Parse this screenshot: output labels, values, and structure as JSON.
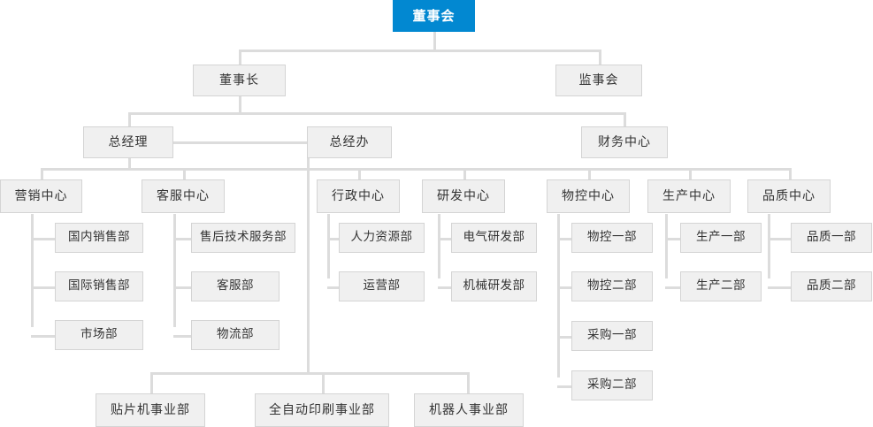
{
  "meta": {
    "title": "公司组织架构图",
    "colors": {
      "root_fill": "#0288d1",
      "root_text": "#ffffff",
      "node_fill": "#f0f0f0",
      "node_border": "#d4d4d4",
      "node_text": "#333333",
      "connector": "#dcdcdc",
      "background": "#ffffff"
    }
  },
  "nodes": {
    "root": {
      "label": "董事会"
    },
    "level2": [
      {
        "label": "董事长"
      },
      {
        "label": "监事会"
      }
    ],
    "level3": [
      {
        "label": "总经理"
      },
      {
        "label": "总经办"
      },
      {
        "label": "财务中心"
      }
    ],
    "centers": [
      {
        "label": "营销中心"
      },
      {
        "label": "客服中心"
      },
      {
        "label": "行政中心"
      },
      {
        "label": "研发中心"
      },
      {
        "label": "物控中心"
      },
      {
        "label": "生产中心"
      },
      {
        "label": "品质中心"
      }
    ],
    "departments": {
      "marketing": [
        {
          "label": "国内销售部"
        },
        {
          "label": "国际销售部"
        },
        {
          "label": "市场部"
        }
      ],
      "customer_service": [
        {
          "label": "售后技术服务部"
        },
        {
          "label": "客服部"
        },
        {
          "label": "物流部"
        }
      ],
      "administration": [
        {
          "label": "人力资源部"
        },
        {
          "label": "运营部"
        }
      ],
      "rnd": [
        {
          "label": "电气研发部"
        },
        {
          "label": "机械研发部"
        }
      ],
      "material_control": [
        {
          "label": "物控一部"
        },
        {
          "label": "物控二部"
        },
        {
          "label": "采购一部"
        },
        {
          "label": "采购二部"
        }
      ],
      "production": [
        {
          "label": "生产一部"
        },
        {
          "label": "生产二部"
        }
      ],
      "quality": [
        {
          "label": "品质一部"
        },
        {
          "label": "品质二部"
        }
      ]
    },
    "divisions": [
      {
        "label": "贴片机事业部"
      },
      {
        "label": "全自动印刷事业部"
      },
      {
        "label": "机器人事业部"
      }
    ]
  }
}
